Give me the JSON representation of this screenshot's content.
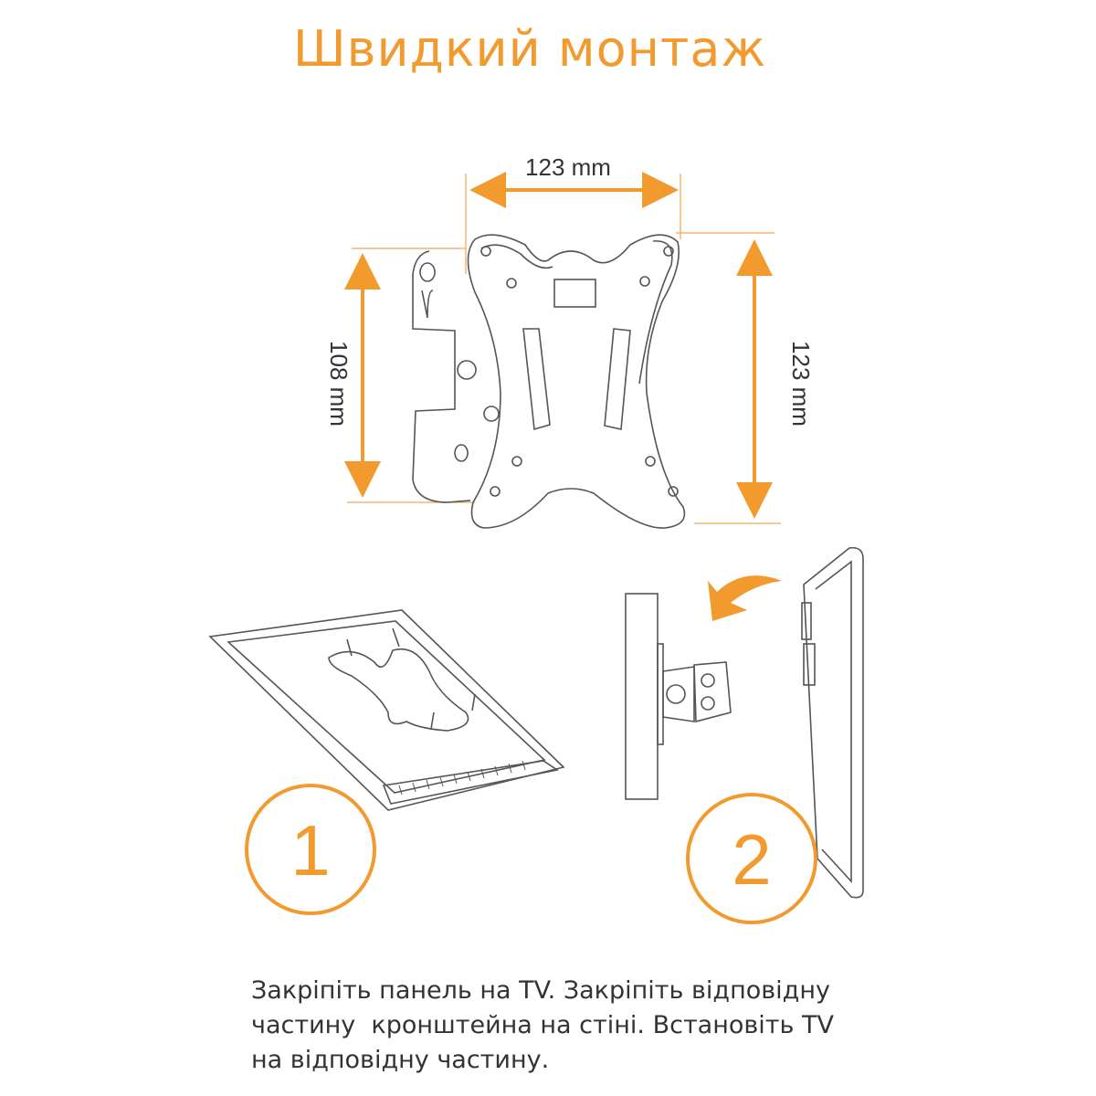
{
  "title": "Швидкий монтаж",
  "dimensions": {
    "top_width": "123 mm",
    "left_height": "108 mm",
    "right_height": "123 mm"
  },
  "steps": [
    {
      "number": "1"
    },
    {
      "number": "2"
    }
  ],
  "instructions": {
    "lines": [
      "Закріпіть панель на TV. Закріпіть відповідну",
      "частину  кронштейна на стіні. Встановіть TV",
      "на відповідну частину."
    ]
  },
  "colors": {
    "accent": "#f29a2e",
    "line": "#555555"
  }
}
